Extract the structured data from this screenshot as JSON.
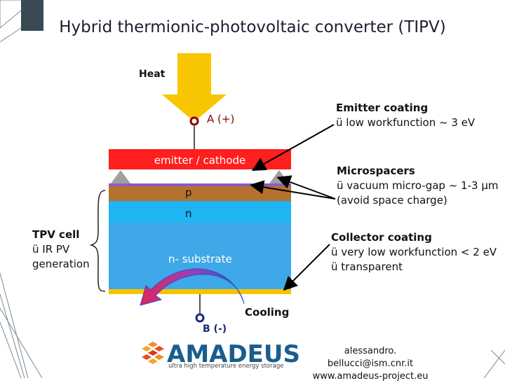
{
  "title": "Hybrid thermionic-photovoltaic converter (TIPV)",
  "heat": "Heat",
  "anode": "A (+)",
  "cathode": "B (-)",
  "layers": {
    "emitter": "emitter / cathode",
    "p": "p",
    "n": "n",
    "substrate": "n- substrate"
  },
  "emitter_coating": {
    "heading": "Emitter coating",
    "items": [
      "ü low workfunction ~ 3 eV"
    ]
  },
  "microspacers": {
    "heading": "Microspacers",
    "items": [
      "ü vacuum micro-gap ~ 1-3 μm",
      "(avoid space charge)"
    ]
  },
  "collector_coating": {
    "heading": "Collector coating",
    "items": [
      "ü very low workfunction < 2 eV",
      "ü transparent"
    ]
  },
  "tpv_cell": {
    "heading": "TPV cell",
    "items": [
      "ü IR PV",
      "generation"
    ]
  },
  "cooling": "Cooling",
  "contact": {
    "email": "alessandro. bellucci@ism.cnr.it",
    "web": "www.amadeus-project.eu"
  },
  "logo": {
    "name": "AMADEUS",
    "tagline": "ultra high temperature energy storage"
  },
  "colors": {
    "emitter": "#ff1f1f",
    "p_layer": "#b5712e",
    "n_layer": "#1fb4f2",
    "substrate": "#3fa8e8",
    "bottom_contact": "#f7c300",
    "heat_arrow": "#f7c600",
    "coating": "#8a5bc7"
  }
}
